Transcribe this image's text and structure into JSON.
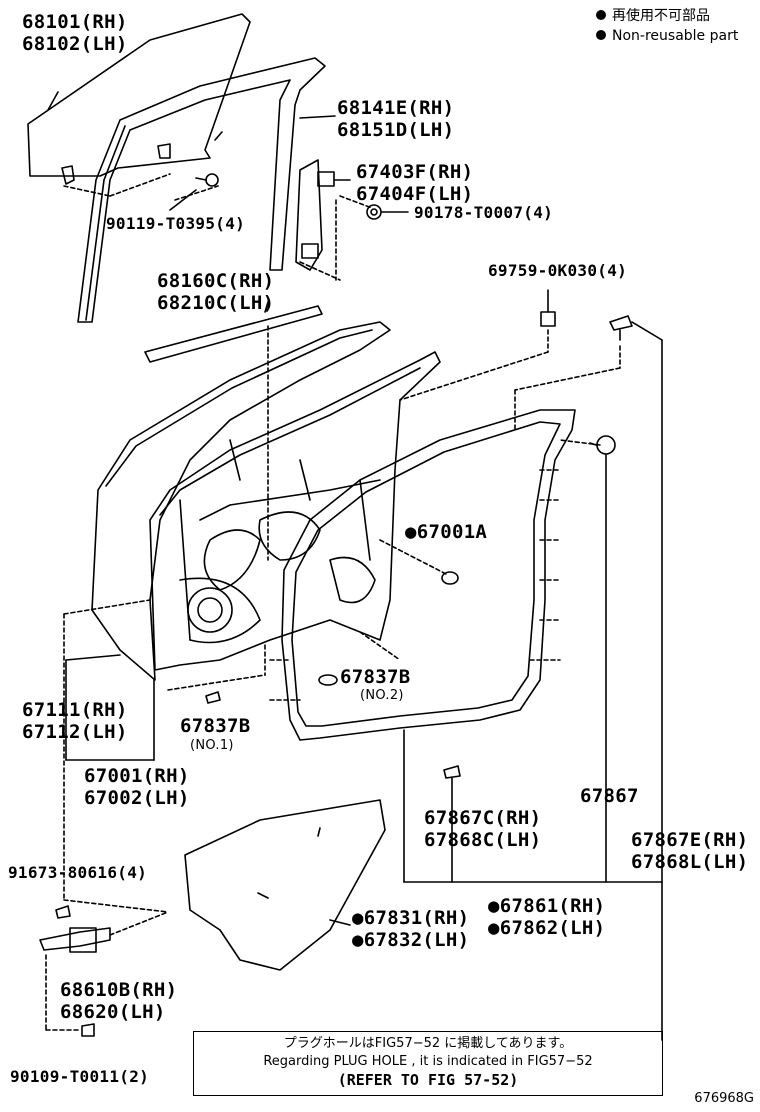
{
  "legend": {
    "jp": "再使用不可部品",
    "en": "Non-reusable part"
  },
  "parts": {
    "p68101": "68101(RH)",
    "p68102": "68102(LH)",
    "p68141": "68141E(RH)",
    "p68151": "68151D(LH)",
    "p67403": "67403F(RH)",
    "p67404": "67404F(LH)",
    "p90178": "90178-T0007(4)",
    "p90119": "90119-T0395(4)",
    "p69759": "69759-0K030(4)",
    "p68160": "68160C(RH)",
    "p68210": "68210C(LH)",
    "p67001A": "●67001A",
    "p67111": "67111(RH)",
    "p67112": "67112(LH)",
    "p67837b2": "67837B",
    "no2": "(NO.2)",
    "p67837b1": "67837B",
    "no1": "(NO.1)",
    "p67001": "67001(RH)",
    "p67002": "67002(LH)",
    "p67867c": "67867C(RH)",
    "p67868c": "67868C(LH)",
    "p67867": "67867",
    "p67867e": "67867E(RH)",
    "p67868l": "67868L(LH)",
    "p91673": "91673-80616(4)",
    "p67831": "●67831(RH)",
    "p67832": "●67832(LH)",
    "p67861": "●67861(RH)",
    "p67862": "●67862(LH)",
    "p68610": "68610B(RH)",
    "p68620": "68620(LH)",
    "p90109": "90109-T0011(2)"
  },
  "note": {
    "jp": "プラグホールはFIG57−52 に掲載してあります。",
    "en": "Regarding  PLUG  HOLE ,  it  is  indicated  in  FIG57−52",
    "refer": "(REFER TO FIG 57-52)"
  },
  "figure_id": "676968G"
}
